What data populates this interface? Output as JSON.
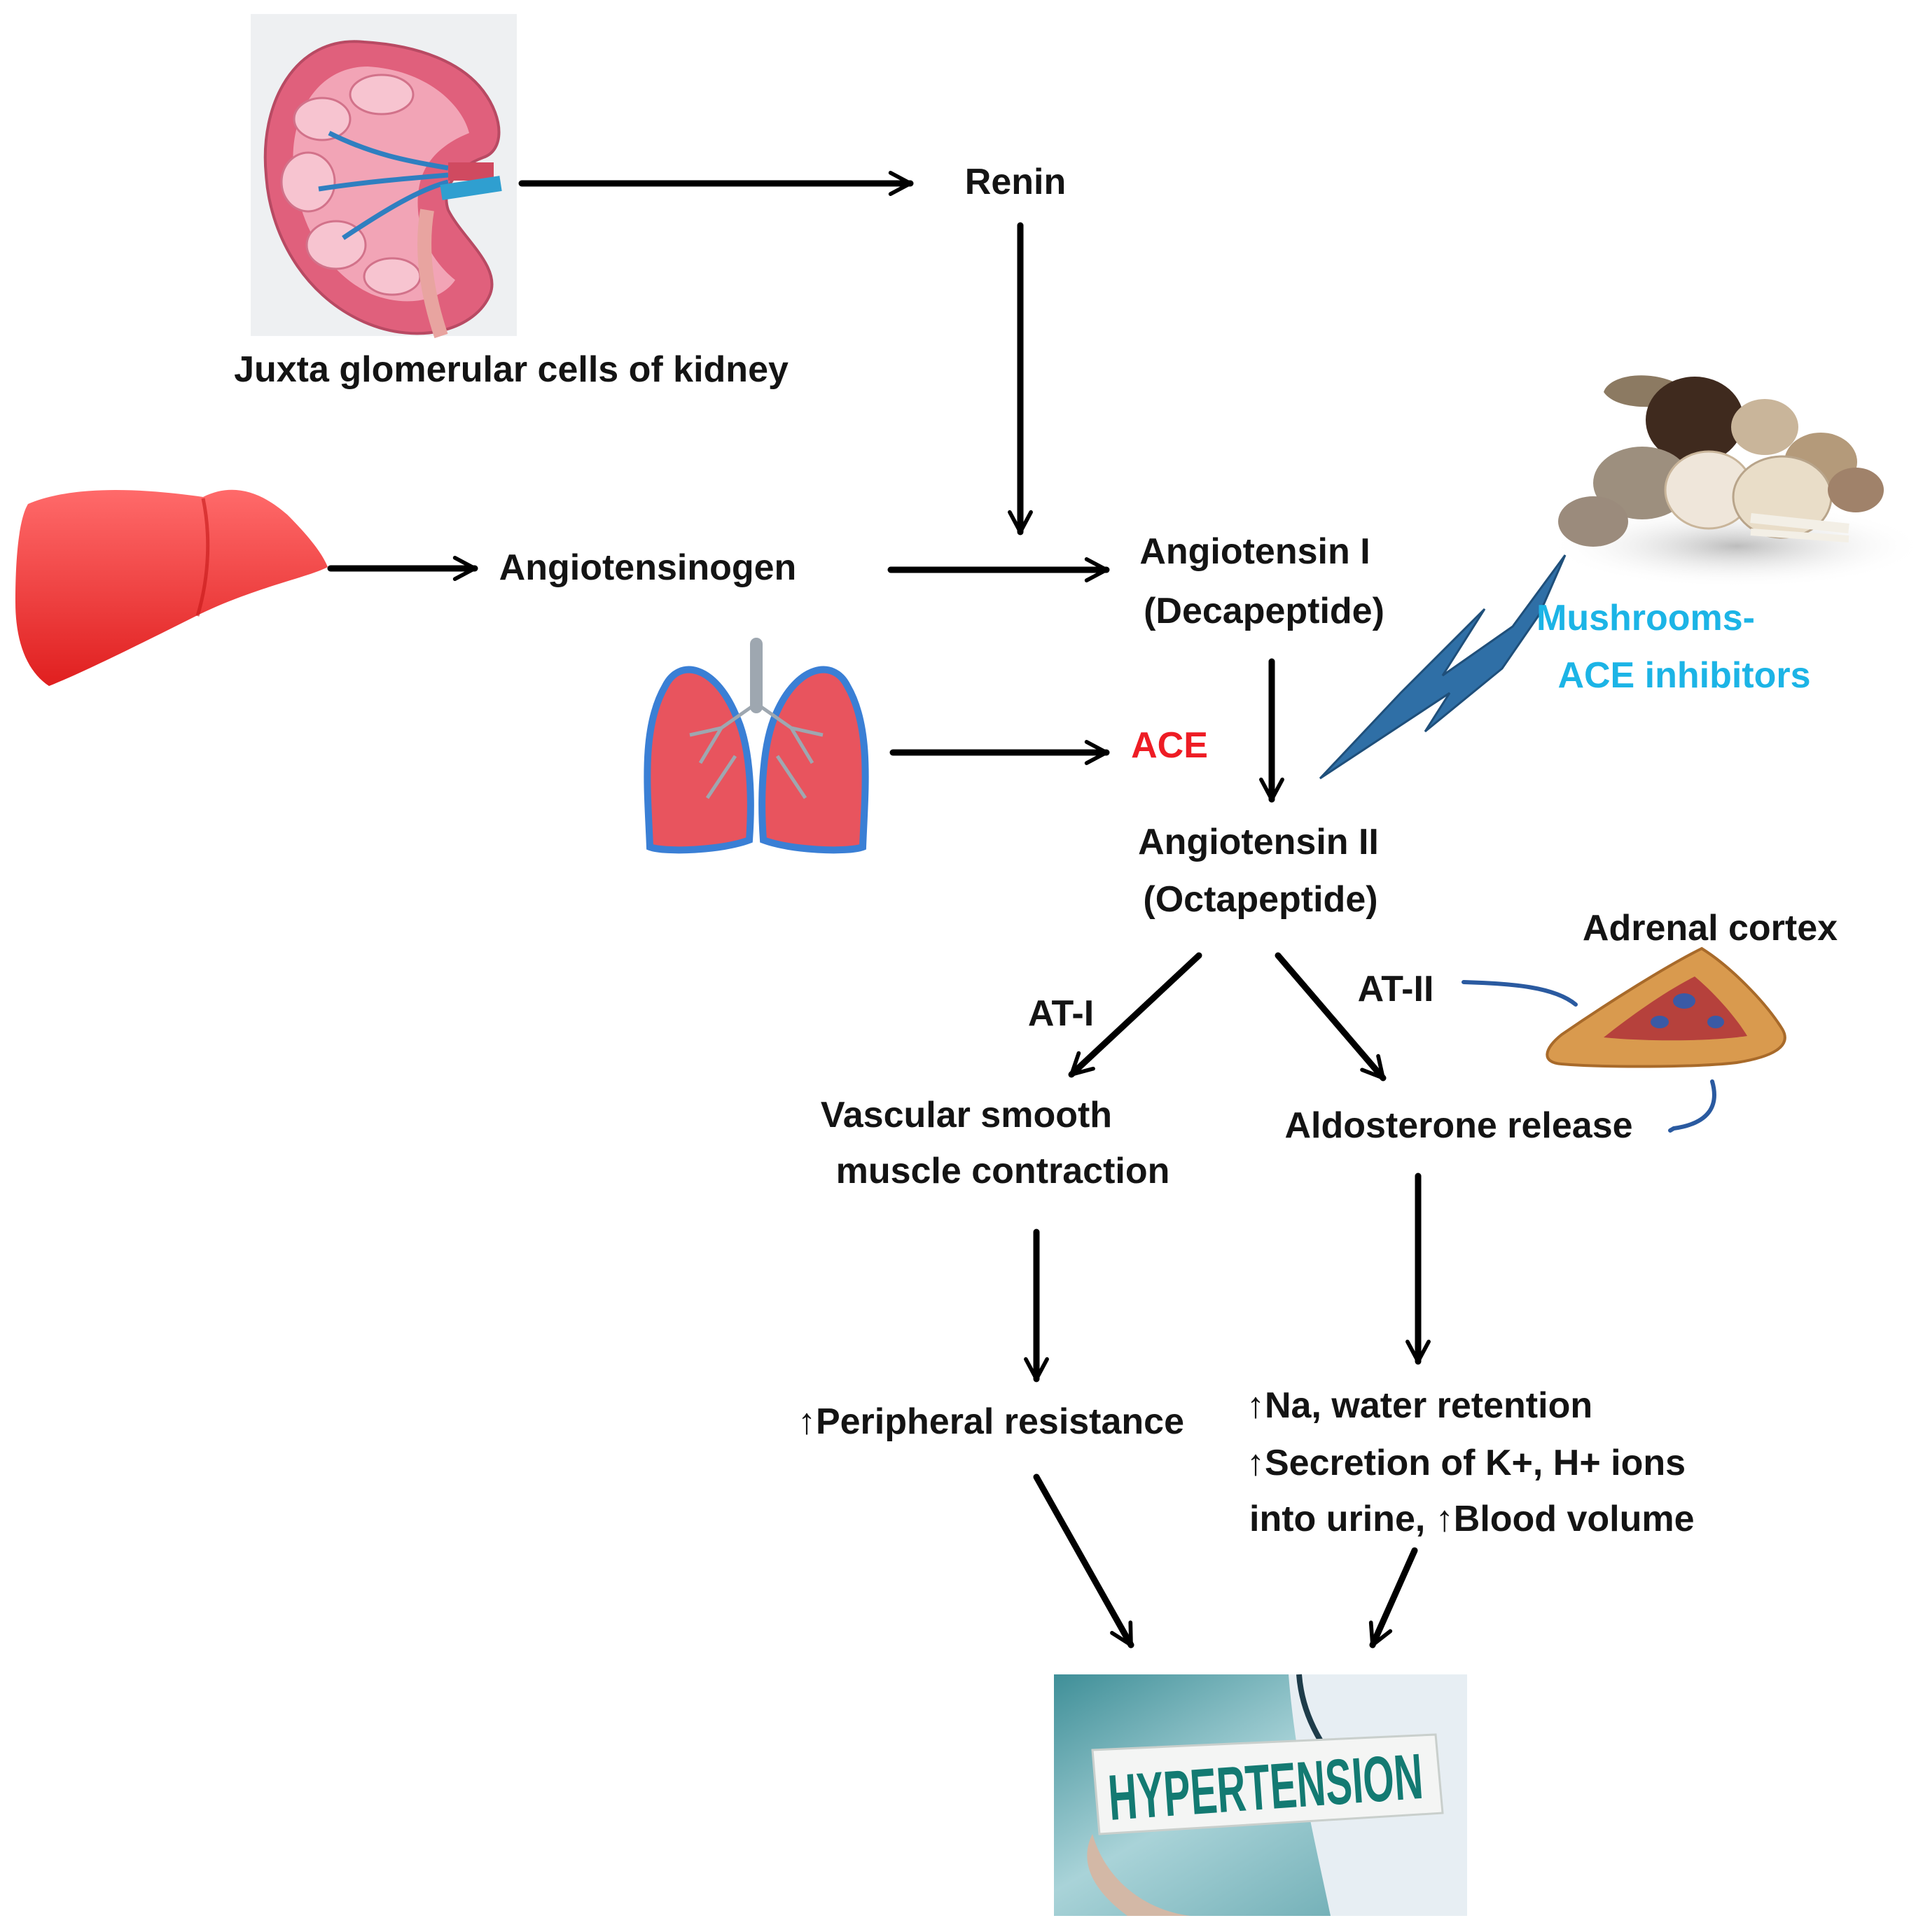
{
  "labels": {
    "renin": "Renin",
    "juxta": "Juxta glomerular cells of kidney",
    "angiotensinogen": "Angiotensinogen",
    "ang1_line1": "Angiotensin I",
    "ang1_line2": "(Decapeptide)",
    "ace": "ACE",
    "mushrooms_line1": "Mushrooms-",
    "mushrooms_line2": "ACE inhibitors",
    "ang2_line1": "Angiotensin II",
    "ang2_line2": "(Octapeptide)",
    "adrenal": "Adrenal cortex",
    "at1": "AT-I",
    "at2": "AT-II",
    "vascular_line1": "Vascular smooth",
    "vascular_line2": "muscle contraction",
    "aldosterone": "Aldosterone release",
    "peripheral": "↑Peripheral resistance",
    "effect_line1": "↑Na, water retention",
    "effect_line2": "↑Secretion of K+, H+ ions",
    "effect_line3": "into urine, ↑Blood volume",
    "hypertension": "HYPERTENSION"
  },
  "colors": {
    "arrow": "#000000",
    "ace_text": "#ee1c24",
    "inhibitor_text": "#1cb4e6",
    "lightning": "#2f6fa6",
    "kidney": "#e0607c",
    "liver": "#ee2b2b",
    "lung": "#e8545e",
    "adrenal": "#d99a4e",
    "mushroom": "#d4b48c",
    "hypertension_text": "#137a72"
  },
  "icons": [
    "kidney-illustration",
    "liver-illustration",
    "lungs-illustration",
    "mushrooms-illustration",
    "adrenal-gland-illustration",
    "hypertension-sign-photo",
    "lightning-bolt-icon"
  ]
}
